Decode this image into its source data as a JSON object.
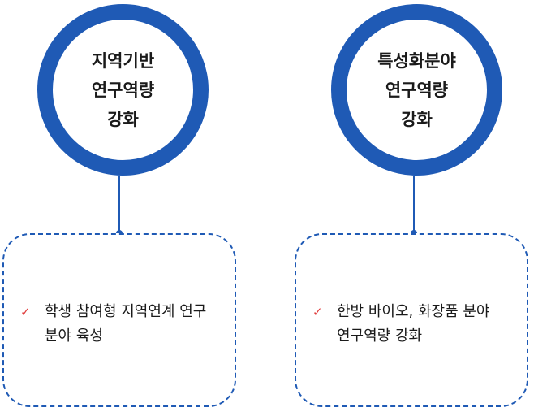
{
  "diagram": {
    "colors": {
      "accent": "#1f5ab5",
      "check": "#e03c3c",
      "text": "#1a1a1a"
    },
    "columns": [
      {
        "circle_label": "지역기반\n연구역량\n강화",
        "items": [
          {
            "icon": "checkmark-icon",
            "text": "학생 참여형 지역연계 연구\n분야 육성"
          }
        ]
      },
      {
        "circle_label": "특성화분야\n연구역량\n강화",
        "items": [
          {
            "icon": "checkmark-icon",
            "text": "한방 바이오, 화장품 분야\n연구역량 강화"
          }
        ]
      }
    ]
  }
}
